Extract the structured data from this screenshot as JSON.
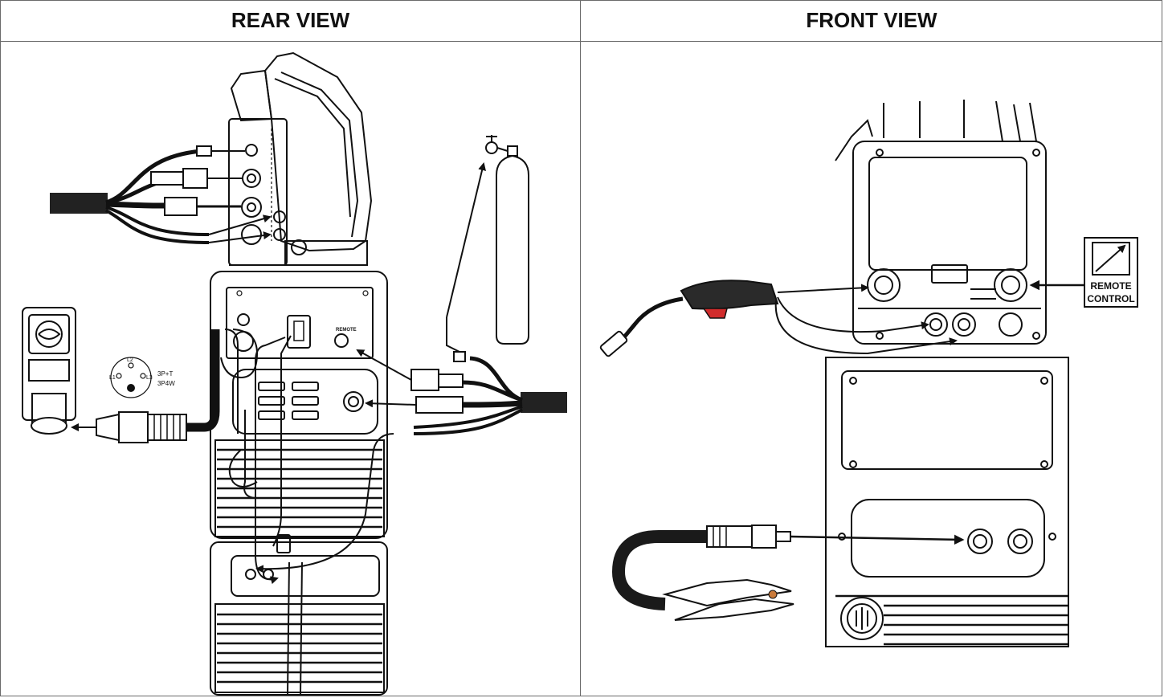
{
  "panels": {
    "left_title": "REAR VIEW",
    "right_title": "FRONT VIEW"
  },
  "labels": {
    "socket_l1": "L1",
    "socket_l2": "L2",
    "socket_l3": "L3",
    "socket_spec_1": "3P+T",
    "socket_spec_2": "3P4W",
    "remote_port": "REMOTE",
    "remote_control_1": "REMOTE",
    "remote_control_2": "CONTROL"
  },
  "icons": [
    "power-socket-icon",
    "gas-cylinder-icon",
    "remote-control-icon",
    "welding-torch-icon",
    "earth-clamp-icon"
  ],
  "colors": {
    "line": "#111111",
    "border": "#6a6a6a",
    "torch_trigger": "#d12c2c"
  }
}
